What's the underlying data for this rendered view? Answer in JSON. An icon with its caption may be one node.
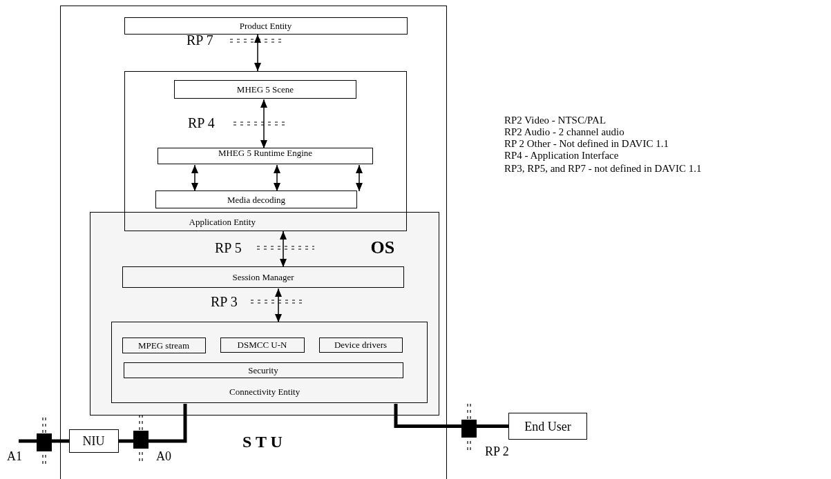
{
  "diagram": {
    "nodes": [
      {
        "text": [
          "S T U"
        ]
      },
      {
        "text": [
          "Product Entity"
        ],
        "in": 0
      },
      {
        "text": [
          "Application Entity"
        ],
        "in": 0
      },
      {
        "text": [
          "MHEG 5 Scene"
        ],
        "in": 2
      },
      {
        "text": [
          "MHEG 5 Runtime Engine"
        ],
        "in": 2
      },
      {
        "text": [
          "Media decoding"
        ],
        "in": 2
      },
      {
        "text": [
          "OS"
        ],
        "in": 0
      },
      {
        "text": [
          "Session Manager"
        ],
        "in": 6
      },
      {
        "text": [
          "Connectivity Entity"
        ],
        "in": 6
      },
      {
        "text": [
          "MPEG stream"
        ],
        "in": 8
      },
      {
        "text": [
          "DSMCC U-N"
        ],
        "in": 8
      },
      {
        "text": [
          "Device drivers"
        ],
        "in": 8
      },
      {
        "text": [
          "Security"
        ],
        "in": 8
      },
      {
        "text": [
          "NIU"
        ],
        "in": 0
      },
      {
        "text": [
          "End User"
        ]
      }
    ],
    "edges": [
      {
        "from": 1,
        "to": 2,
        "arrow": "both"
      },
      {
        "from": 3,
        "to": 4,
        "arrow": "both"
      },
      {
        "from": 4,
        "to": 5,
        "arrow": "both"
      },
      {
        "from": 4,
        "to": 5,
        "arrow": "both"
      },
      {
        "from": 4,
        "to": 5,
        "arrow": "both"
      },
      {
        "from": 2,
        "to": 7,
        "arrow": "both"
      },
      {
        "from": 7,
        "to": 8,
        "arrow": "both"
      },
      {
        "from": null,
        "to": 13,
        "arrow": "none",
        "style": "thick"
      },
      {
        "from": 13,
        "to": 8,
        "arrow": "none",
        "style": "thick"
      },
      {
        "from": 8,
        "to": 14,
        "arrow": "none",
        "style": "thick"
      }
    ],
    "labels": [
      "RP 7",
      "RP2 Video - NTSC/PAL",
      "RP2 Audio - 2 channel audio",
      "RP 2 Other - Not defined in DAVIC 1.1",
      "RP 4",
      "RP4 - Application Interface",
      "RP3, RP5, and RP7 - not defined in DAVIC 1.1",
      "RP 5",
      "RP 3",
      "A1",
      "A0",
      "RP 2"
    ]
  }
}
